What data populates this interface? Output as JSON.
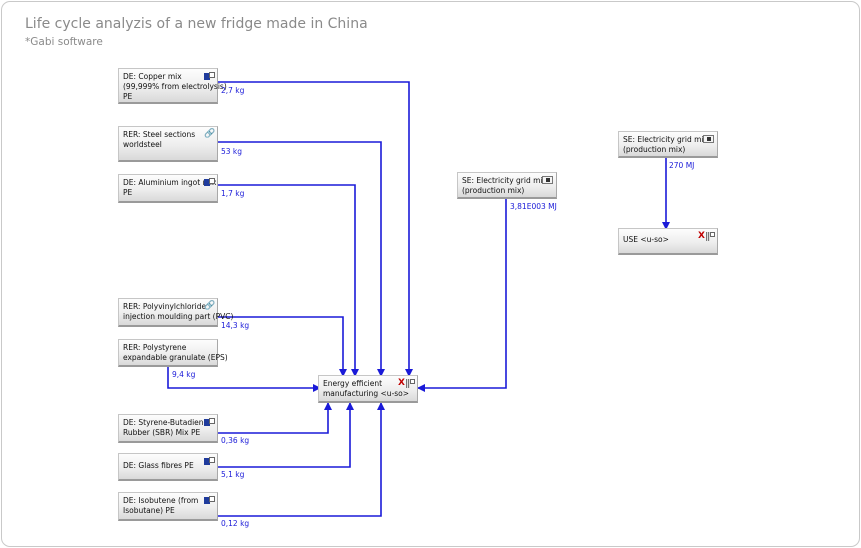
{
  "header": {
    "title": "Life cycle analyzis of a new fridge made in China",
    "subtitle": "*Gabi software"
  },
  "colors": {
    "flow": "#1a1ad8",
    "box_border": "#9a9a9a",
    "title": "#8a8a8a"
  },
  "processes": [
    {
      "id": "copper",
      "lines": [
        "DE: Copper mix",
        "(99,999% from electrolysis)",
        "PE"
      ],
      "icon": "database-icon"
    },
    {
      "id": "steel",
      "lines": [
        "RER: Steel sections",
        "worldsteel"
      ],
      "icon": "link-icon"
    },
    {
      "id": "aluminium",
      "lines": [
        "DE: Aluminium ingot mix",
        "PE"
      ],
      "icon": "database-icon"
    },
    {
      "id": "pvc",
      "lines": [
        "RER: Polyvinylchloride",
        "injection moulding part (PVC)"
      ],
      "icon": "link-icon"
    },
    {
      "id": "eps",
      "lines": [
        "RER: Polystyrene",
        "expandable granulate (EPS)"
      ],
      "icon": ""
    },
    {
      "id": "sbr",
      "lines": [
        "DE: Styrene-Butadiene",
        "Rubber (SBR) Mix PE"
      ],
      "icon": "database-icon"
    },
    {
      "id": "glass",
      "lines": [
        "DE: Glass fibres PE"
      ],
      "icon": "database-icon"
    },
    {
      "id": "isobutene",
      "lines": [
        "DE: Isobutene (from",
        "Isobutane)  PE"
      ],
      "icon": "database-icon"
    },
    {
      "id": "manufacturing",
      "lines": [
        "Energy efficient",
        "manufacturing <u-so>"
      ],
      "icon": "process-icon"
    },
    {
      "id": "grid1",
      "lines": [
        "SE: Electricity grid mix",
        "(production mix)"
      ],
      "icon": "grid-icon"
    },
    {
      "id": "grid2",
      "lines": [
        "SE: Electricity grid mix",
        "(production mix)"
      ],
      "icon": "grid-icon"
    },
    {
      "id": "use",
      "lines": [
        "USE <u-so>"
      ],
      "icon": "process-icon"
    }
  ],
  "flows": [
    {
      "id": "copper",
      "label": "2,7 kg"
    },
    {
      "id": "steel",
      "label": "53 kg"
    },
    {
      "id": "aluminium",
      "label": "1,7 kg"
    },
    {
      "id": "pvc",
      "label": "14,3 kg"
    },
    {
      "id": "eps",
      "label": "9,4 kg"
    },
    {
      "id": "sbr",
      "label": "0,36 kg"
    },
    {
      "id": "glass",
      "label": "5,1 kg"
    },
    {
      "id": "isobutene",
      "label": "0,12 kg"
    },
    {
      "id": "grid1",
      "label": "3,81E003 MJ"
    },
    {
      "id": "grid2",
      "label": "270 MJ"
    }
  ]
}
